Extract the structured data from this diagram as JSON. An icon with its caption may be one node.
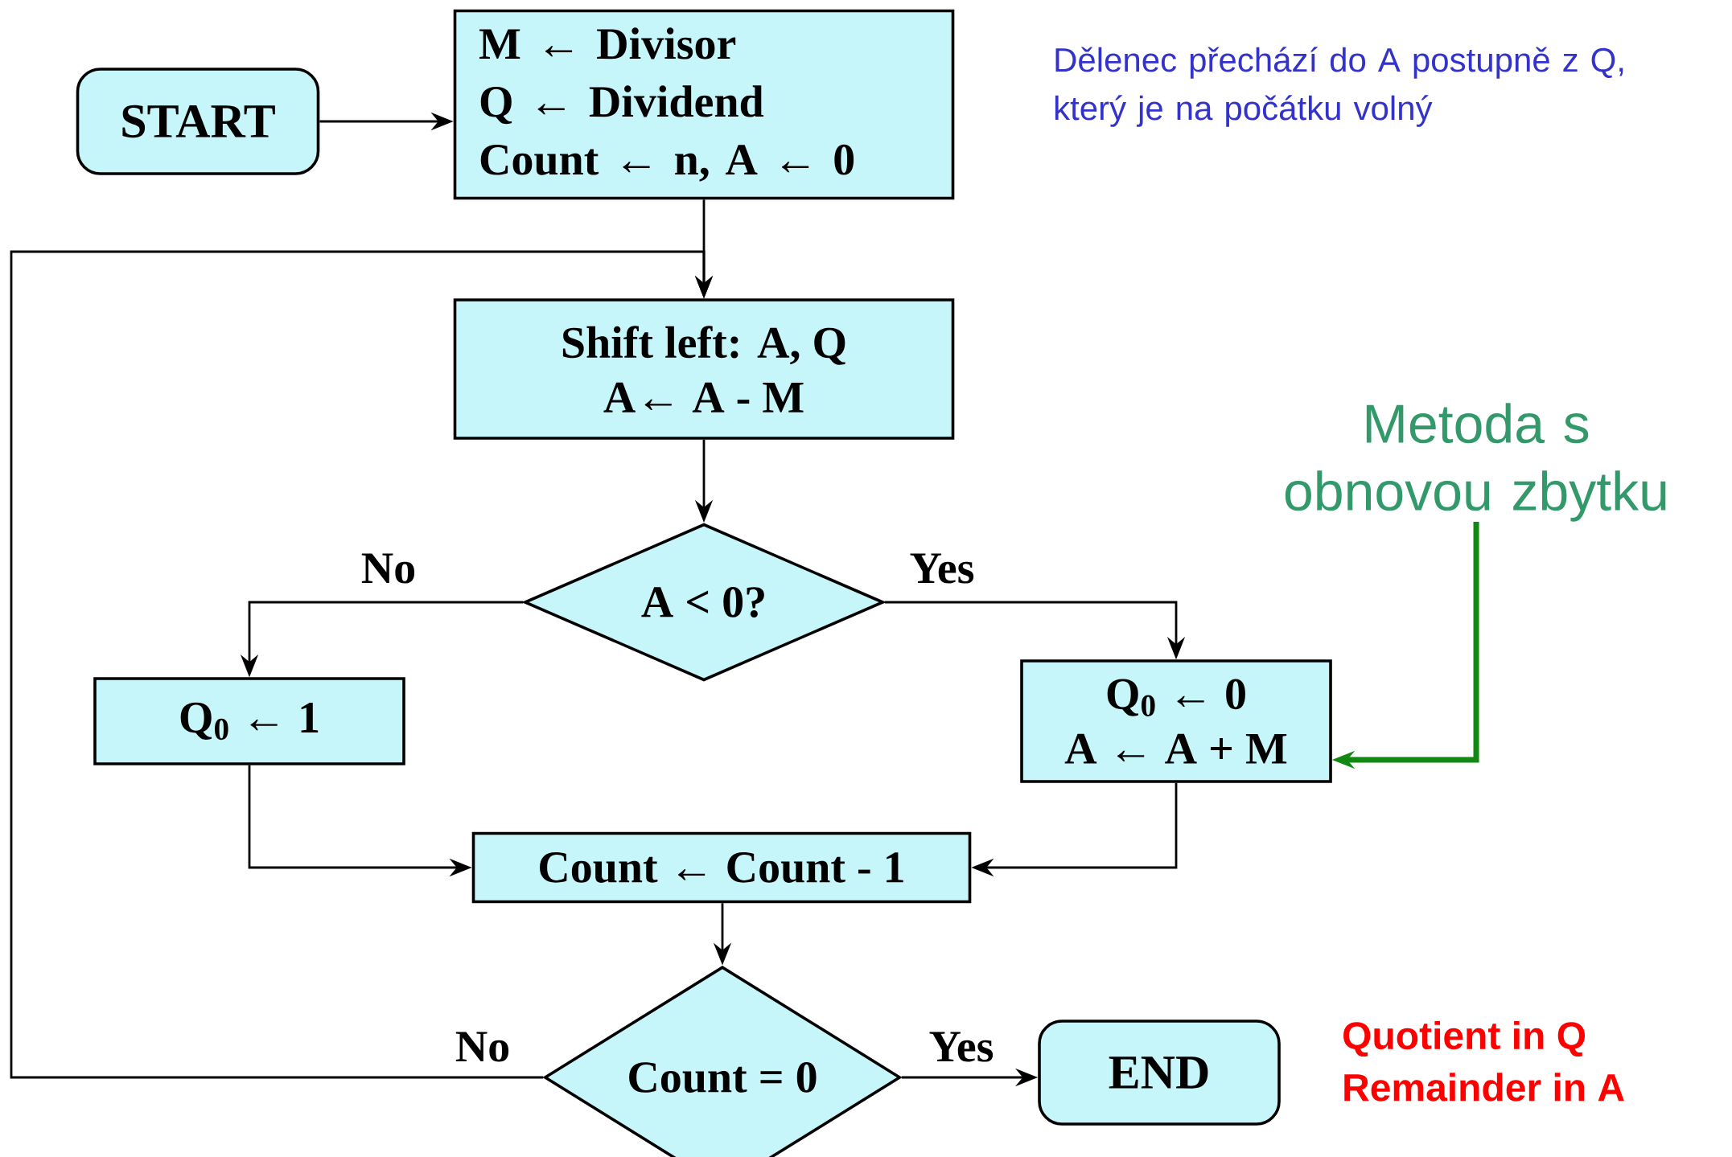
{
  "diagram": {
    "nodes": [
      {
        "text": [
          "START"
        ]
      },
      {
        "text": [
          "M ← Divisor",
          "Q ← Dividend",
          "Count ← n, A ← 0"
        ]
      },
      {
        "text": [
          "Shift left:  A, Q",
          "A← A - M"
        ]
      },
      {
        "text": [
          "A < 0?"
        ]
      },
      {
        "text": [
          "Q$_{0}$ ← 1"
        ]
      },
      {
        "text": [
          "Q$_{0}$ ← 0",
          "A ← A + M"
        ]
      },
      {
        "text": [
          "Count ← Count - 1"
        ]
      },
      {
        "text": [
          "Count = 0"
        ]
      },
      {
        "text": [
          "END"
        ]
      },
      {
        "text": [
          "Metoda s obnovou zbytku"
        ]
      }
    ],
    "edges": [
      {
        "from": 0,
        "to": 1,
        "arrow": "to"
      },
      {
        "from": 1,
        "to": 2,
        "arrow": "to"
      },
      {
        "from": 2,
        "to": 3,
        "arrow": "to"
      },
      {
        "from": 3,
        "to": 4,
        "arrow": "to",
        "label": "No"
      },
      {
        "from": 3,
        "to": 5,
        "arrow": "to",
        "label": "Yes"
      },
      {
        "from": 4,
        "to": 6,
        "arrow": "to"
      },
      {
        "from": 5,
        "to": 6,
        "arrow": "to"
      },
      {
        "from": 6,
        "to": 7,
        "arrow": "to"
      },
      {
        "from": 7,
        "to": 8,
        "arrow": "to",
        "label": "Yes"
      },
      {
        "from": 7,
        "to": 2,
        "arrow": "to",
        "label": "No"
      },
      {
        "from": 9,
        "to": 5,
        "arrow": "to",
        "style": "thick",
        "color": "#118811"
      }
    ],
    "labels": [
      "Dělenec přechází do A postupně z Q, který je na počátku volný",
      "Quotient in Q",
      "Remainder in A"
    ]
  }
}
